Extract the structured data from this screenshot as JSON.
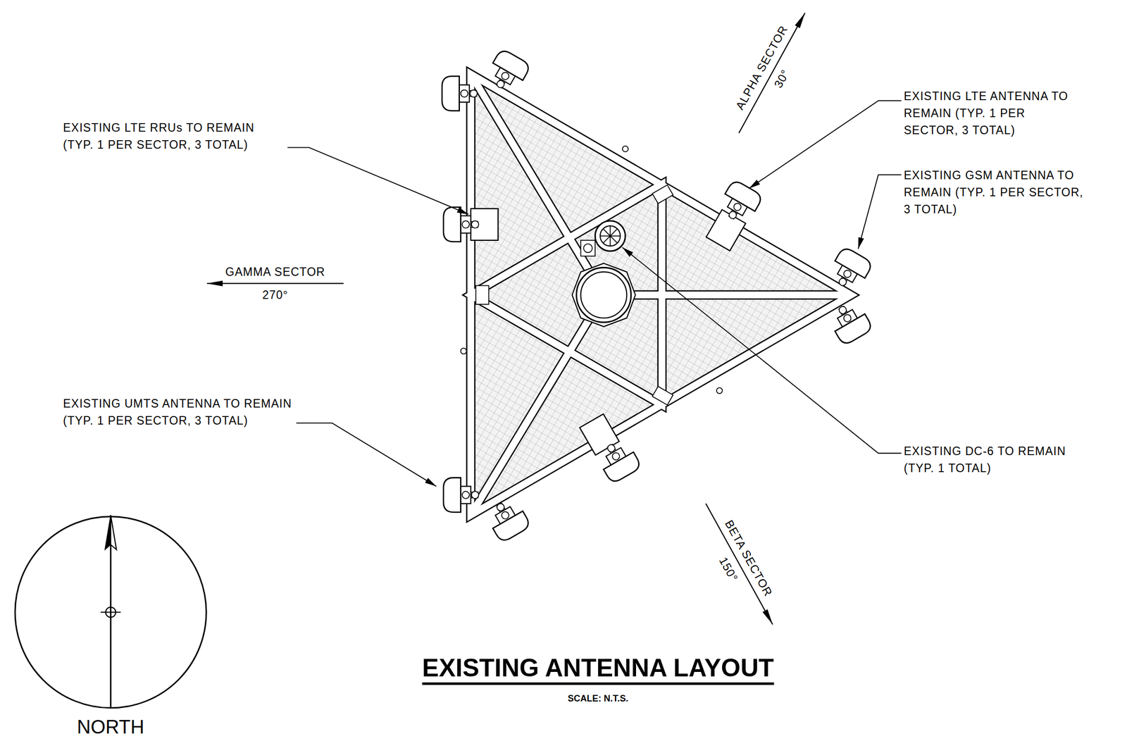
{
  "diagram": {
    "title": "EXISTING ANTENNA LAYOUT",
    "caption": "SCALE: N.T.S.",
    "labels": [
      "EXISTING LTE RRUs TO REMAIN (TYP. 1 PER SECTOR, 3 TOTAL)",
      "EXISTING LTE ANTENNA TO REMAIN (TYP. 1 PER SECTOR, 3 TOTAL)",
      "EXISTING GSM ANTENNA TO REMAIN (TYP. 1 PER SECTOR, 3 TOTAL)",
      "ALPHA SECTOR",
      "30°",
      "GAMMA SECTOR",
      "270°",
      "EXISTING UMTS ANTENNA TO REMAIN (TYP. 1 PER SECTOR, 3 TOTAL)",
      "EXISTING DC-6 TO REMAIN (TYP. 1 TOTAL)",
      "BETA SECTOR",
      "150°",
      "NORTH"
    ]
  }
}
